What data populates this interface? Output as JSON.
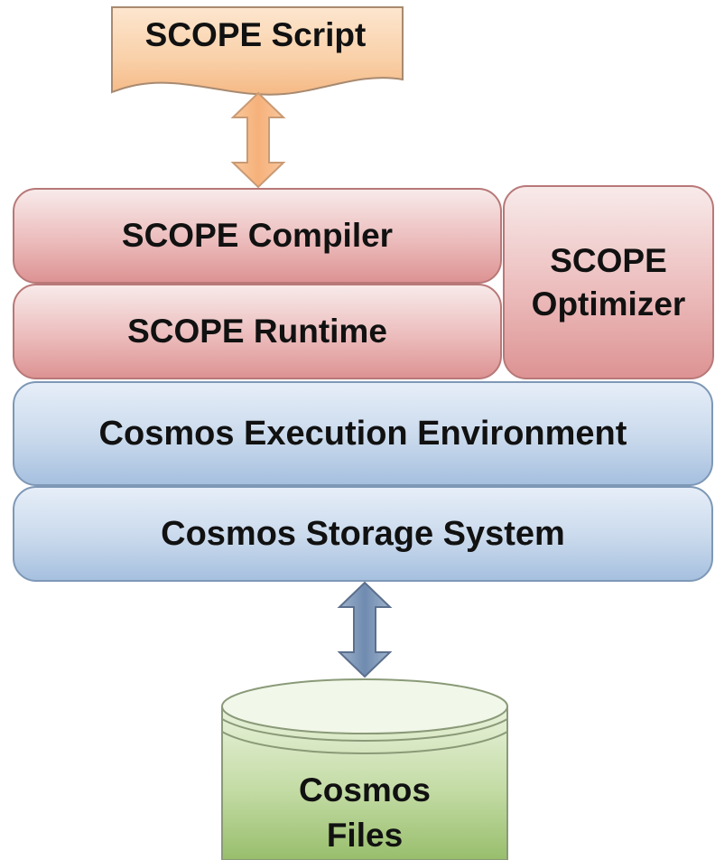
{
  "script": {
    "label": "SCOPE Script"
  },
  "scope_stack": {
    "compiler": "SCOPE Compiler",
    "runtime": "SCOPE Runtime",
    "optimizer": [
      "SCOPE",
      "Optimizer"
    ]
  },
  "cosmos_stack": {
    "execution": "Cosmos Execution Environment",
    "storage": "Cosmos Storage System"
  },
  "files": {
    "label": [
      "Cosmos",
      "Files"
    ]
  },
  "colors": {
    "script_fill": "#f9d0a8",
    "scope_layer": "#e8a9a9",
    "cosmos_layer": "#bcd0e8",
    "files_fill": "#a7c77d",
    "orange_arrow": "#f6b17a",
    "blue_arrow": "#6f8bb0"
  },
  "icons": {
    "script": "document-icon",
    "files": "database-cylinder-icon",
    "top_arrow": "double-arrow-vertical-icon",
    "bottom_arrow": "double-arrow-vertical-icon"
  }
}
